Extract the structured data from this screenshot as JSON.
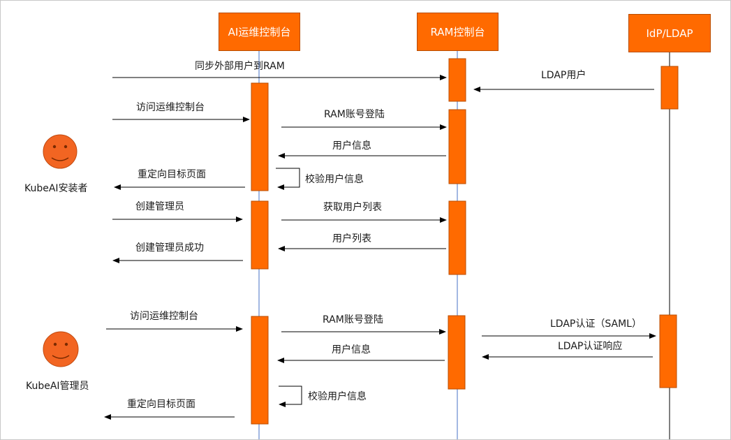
{
  "participants": {
    "ai_console": "AI运维控制台",
    "ram_console": "RAM控制台",
    "idp": "IdP/LDAP"
  },
  "actors": {
    "installer": "KubeAI安装者",
    "admin": "KubeAI管理员"
  },
  "messages": {
    "sync_users": "同步外部用户到RAM",
    "ldap_users": "LDAP用户",
    "visit_console_1": "访问运维控制台",
    "ram_login_1": "RAM账号登陆",
    "user_info_1": "用户信息",
    "redirect_1": "重定向目标页面",
    "verify_1": "校验用户信息",
    "create_admin": "创建管理员",
    "get_user_list": "获取用户列表",
    "user_list": "用户列表",
    "create_admin_ok": "创建管理员成功",
    "visit_console_2": "访问运维控制台",
    "ram_login_2": "RAM账号登陆",
    "ldap_auth": "LDAP认证（SAML）",
    "user_info_2": "用户信息",
    "ldap_auth_resp": "LDAP认证响应",
    "verify_2": "校验用户信息",
    "redirect_2": "重定向目标页面"
  },
  "colors": {
    "box_fill": "#ff6a00",
    "box_border": "#b84c00",
    "lifeline": "#4472c4",
    "arrow": "#000000",
    "face": "#f26522"
  }
}
